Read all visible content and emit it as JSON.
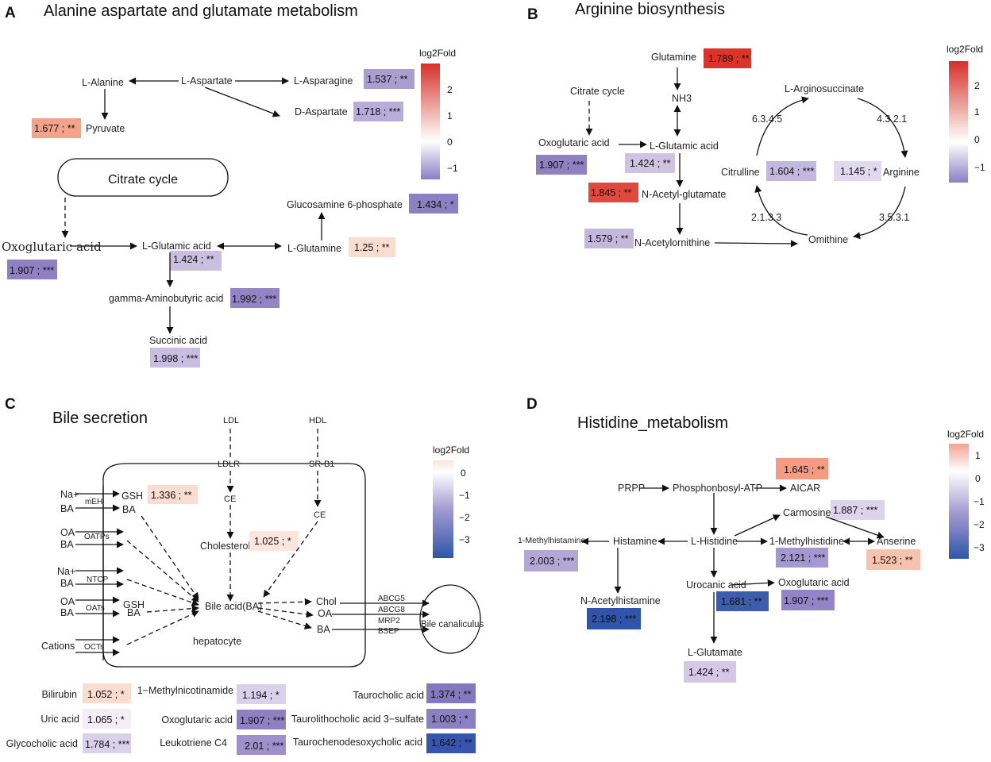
{
  "colors": {
    "v1_025": "#fbe5dd",
    "v1_052": "#fbdcd0",
    "v1_065": "#f3eef6",
    "v1_124": "#cfc3e2",
    "v1_145": "#e1d9ee",
    "v1_194": "#d9d0eb",
    "v1_25": "#fbdcd0",
    "v1_336": "#fbdcd0",
    "v1_374": "#8478be",
    "v1_424": "#c9bfe1",
    "v1_434": "#8b80c2",
    "v1_523": "#f7c2ae",
    "v1_537": "#a89ed0",
    "v1_579": "#c2b8de",
    "v1_604": "#c2b8de",
    "v1_642": "#3656ae",
    "v1_645": "#f39b83",
    "v1_677": "#f4a38b",
    "v1_681": "#3d5cac",
    "v1_718": "#b6addb",
    "v1_784": "#d9d0eb",
    "v1_789": "#dd3328",
    "v1_845": "#e04a3a",
    "v1_887": "#dcd3ec",
    "v1_907": "#8d81c2",
    "v1_992": "#9285c6",
    "v1_998": "#c8bde2",
    "v2_003": "#b1a8d6",
    "v2_01": "#9d90cb",
    "v2_121": "#a398cf",
    "v2_198": "#2f55ab",
    "v1_003": "#8c80c4",
    "leg_red": "#d7302a",
    "leg_blue": "#3d5aab"
  },
  "panels": {
    "A": {
      "letter": "A",
      "title": "Alanine aspartate and glutamate metabolism",
      "labels": {
        "alanine": "L-Alanine",
        "aspartate": "L-Aspartate",
        "asparagine": "L-Asparagine",
        "d_aspartate": "D-Aspartate",
        "pyruvate": "Pyruvate",
        "citrate": "Citrate cycle",
        "oxoglutaric": "Oxoglutaric acid",
        "glutamic": "L-Glutamic acid",
        "glutamine": "L-Glutamine",
        "glucosamine": "Glucosamine 6-phosphate",
        "gaba": "gamma-Aminobutyric acid",
        "succinic": "Succinic acid"
      },
      "values": {
        "asparagine": "1.537 ; **",
        "d_aspartate": "1.718 ; ***",
        "pyruvate": "1.677 ; **",
        "oxoglutaric": "1.907 ; ***",
        "glutamic": "1.424 ; **",
        "glutamine": "1.25 ; **",
        "glucosamine": "1.434 ; *",
        "gaba": "1.992 ; ***",
        "succinic": "1.998 ; ***"
      },
      "legend": {
        "title": "log2Fold",
        "ticks": [
          "2",
          "1",
          "0",
          "−1"
        ]
      }
    },
    "B": {
      "letter": "B",
      "title": "Arginine biosynthesis",
      "labels": {
        "glutamine": "Glutamine",
        "nh3": "NH3",
        "citrate": "Citrate cycle",
        "oxoglutaric": "Oxoglutaric acid",
        "glutamic": "L-Glutamic acid",
        "nacetylglutamate": "N-Acetyl-glutamate",
        "nacetylornithine": "N-Acetylornithine",
        "ornithine": "Omithine",
        "arginosuccinate": "L-Arginosuccinate",
        "citrulline": "Citrulline",
        "arginine": "Arginine",
        "e6345": "6.3.4.5",
        "e4321": "4.3.2.1",
        "e2133": "2.1.3.3",
        "e3531": "3.5.3.1"
      },
      "values": {
        "glutamine": "1.789 ; **",
        "oxoglutaric": "1.907 ; ***",
        "glutamic": "1.424 ; **",
        "nacetylglutamate": "1.845 ; **",
        "nacetylornithine": "1.579 ; **",
        "citrulline": "1.604 ; ***",
        "arginine": "1.145 ; *"
      },
      "legend": {
        "title": "log2Fold",
        "ticks": [
          "2",
          "1",
          "0",
          "−1"
        ]
      }
    },
    "C": {
      "letter": "C",
      "title": "Bile secretion",
      "labels": {
        "ldl": "LDL",
        "hdl": "HDL",
        "ldlr": "LDLR",
        "srb1": "SR-B1",
        "ce1": "CE",
        "ce2": "CE",
        "cholesterol": "Cholesterol",
        "bileacid": "Bile acid(BA)",
        "hepatocyte": "hepatocyte",
        "gsh1": "GSH",
        "ba1": "BA",
        "na1": "Na+",
        "ba_l1": "BA",
        "meh": "mEH",
        "oa1": "OA",
        "ba_l2": "BA",
        "oatps": "OATPs",
        "na2": "Na+",
        "ba_l3": "BA",
        "ntcp": "NTCP",
        "oa2": "OA",
        "ba_l4": "BA",
        "oats": "OATs",
        "gsh2": "GSH",
        "ba2": "BA",
        "cations": "Cations",
        "octs": "OCTs",
        "chol": "Chol",
        "oa_out": "OA",
        "ba_out": "BA",
        "abcg5": "ABCG5",
        "abcg8": "ABCG8",
        "mrp2": "MRP2",
        "bsep": "BSEP",
        "canaliculus": "Bile canaliculus"
      },
      "values": {
        "gsh": "1.336 ; **",
        "cholesterol": "1.025 ; *"
      },
      "table": [
        {
          "name": "Bilirubin",
          "value": "1.052 ; *"
        },
        {
          "name": "Uric acid",
          "value": "1.065 ; *"
        },
        {
          "name": "Glycocholic acid",
          "value": "1.784 ; ***"
        },
        {
          "name": "1−Methylnicotinamide",
          "value": "1.194 ; *"
        },
        {
          "name": "Oxoglutaric acid",
          "value": "1.907 ; ***"
        },
        {
          "name": "Leukotriene C4",
          "value": "2.01 ; ***"
        },
        {
          "name": "Taurocholic acid",
          "value": "1.374 ; **"
        },
        {
          "name": "Taurolithocholic acid 3−sulfate",
          "value": "1.003 ; *"
        },
        {
          "name": "Taurochenodesoxycholic acid",
          "value": "1.642 ; **"
        }
      ],
      "legend": {
        "title": "log2Fold",
        "ticks": [
          "0",
          "−1",
          "−2",
          "−3"
        ]
      }
    },
    "D": {
      "letter": "D",
      "title": "Histidine_metabolism",
      "labels": {
        "prpp": "PRPP",
        "phospho": "Phosphonbosyl-ATP",
        "aicar": "AICAR",
        "carmosine": "Carmosine",
        "methylhistamine": "1-Methylhistamine",
        "histamine": "Histamine",
        "histidine": "L-Histidine",
        "methylhistidine": "1-Methylhistidine",
        "anserine": "Anserine",
        "nacetylhistamine": "N-Acetylhistamine",
        "urocanic": "Urocanic acid",
        "oxoglutaric": "Oxoglutaric acid",
        "glutamate": "L-Glutamate"
      },
      "values": {
        "aicar": "1.645 ; **",
        "carmosine": "1.887 ; ***",
        "methylhistamine": "2.003 ; ***",
        "methylhistidine": "2.121 ; ***",
        "anserine": "1.523 ; **",
        "nacetylhistamine": "2.198 ; ***",
        "urocanic": "1.681 ; **",
        "oxoglutaric": "1.907 ; ***",
        "glutamate": "1.424 ; **"
      },
      "legend": {
        "title": "log2Fold",
        "ticks": [
          "1",
          "0",
          "−1",
          "−2",
          "−3"
        ]
      }
    }
  }
}
